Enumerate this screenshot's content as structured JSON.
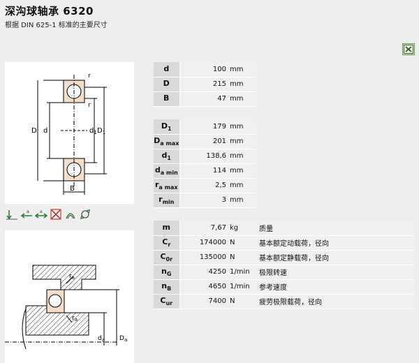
{
  "header": {
    "title": "深沟球轴承  6320",
    "subtitle": "根据  DIN 625-1 标准的主要尺寸"
  },
  "toolbar": {
    "export_icon": "excel-export-icon"
  },
  "drawing1": {
    "labels": {
      "r_top": "r",
      "r_mid": "r",
      "D": "D",
      "d": "d",
      "d1": "d",
      "d1_sub": "1",
      "D1": "D",
      "D1_sub": "1",
      "B": "B"
    }
  },
  "drawing2": {
    "labels": {
      "ra_top": "r",
      "ra_top_sub": "a",
      "ra_bot": "r",
      "ra_bot_sub": "a",
      "da": "d",
      "da_sub": "a",
      "Da": "D",
      "Da_sub": "a"
    }
  },
  "load_icons": [
    "radial-load-icon",
    "axial-load-icon",
    "bidirectional-axial-load-icon",
    "not-suitable-icon",
    "sealed-icon",
    "rotation-icon"
  ],
  "dimensions": [
    {
      "sym": "d",
      "sub": "",
      "value": "100",
      "unit": "mm"
    },
    {
      "sym": "D",
      "sub": "",
      "value": "215",
      "unit": "mm"
    },
    {
      "sym": "B",
      "sub": "",
      "value": "47",
      "unit": "mm"
    }
  ],
  "abutment": [
    {
      "sym": "D",
      "sub": "1",
      "value": "179",
      "unit": "mm"
    },
    {
      "sym": "D",
      "sub": "a max",
      "value": "201",
      "unit": "mm"
    },
    {
      "sym": "d",
      "sub": "1",
      "value": "138,6",
      "unit": "mm"
    },
    {
      "sym": "d",
      "sub": "a min",
      "value": "114",
      "unit": "mm"
    },
    {
      "sym": "r",
      "sub": "a max",
      "value": "2,5",
      "unit": "mm"
    },
    {
      "sym": "r",
      "sub": "min",
      "value": "3",
      "unit": "mm"
    }
  ],
  "performance": [
    {
      "sym": "m",
      "sub": "",
      "value": "7,67",
      "unit": "kg",
      "desc": "质量"
    },
    {
      "sym": "C",
      "sub": "r",
      "value": "174000",
      "unit": "N",
      "desc": "基本额定动载荷，径向"
    },
    {
      "sym": "C",
      "sub": "0r",
      "value": "135000",
      "unit": "N",
      "desc": "基本额定静载荷，径向"
    },
    {
      "sym": "n",
      "sub": "G",
      "value": "4250",
      "unit": "1/min",
      "desc": "极限转速"
    },
    {
      "sym": "n",
      "sub": "B",
      "value": "4650",
      "unit": "1/min",
      "desc": "参考速度"
    },
    {
      "sym": "C",
      "sub": "ur",
      "value": "7400",
      "unit": "N",
      "desc": "疲劳极限载荷，径向"
    }
  ]
}
